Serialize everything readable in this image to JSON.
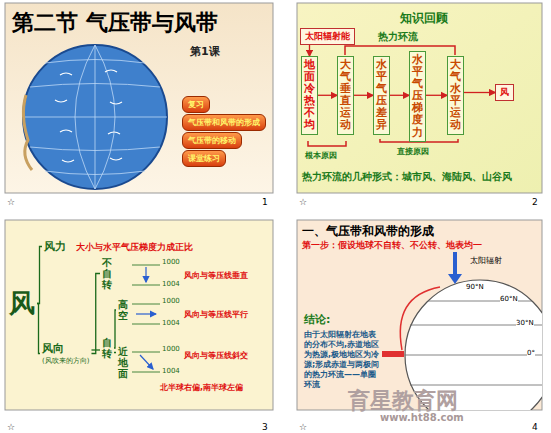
{
  "diagram": {
    "nodes": [
      {
        "text": [
          "复习"
        ]
      },
      {
        "text": [
          "气压带和风带的形成"
        ]
      },
      {
        "text": [
          "气压带的移动"
        ]
      },
      {
        "text": [
          "课堂练习"
        ]
      },
      {
        "text": [
          "太阳辐射能"
        ]
      },
      {
        "text": [
          "地面冷热不均"
        ]
      },
      {
        "text": [
          "大气垂直运动"
        ]
      },
      {
        "text": [
          "水平气压差异"
        ]
      },
      {
        "text": [
          "水平气压梯度力"
        ]
      },
      {
        "text": [
          "大气水平运动"
        ]
      },
      {
        "text": [
          "风"
        ]
      },
      {
        "text": [
          "风"
        ]
      },
      {
        "text": [
          "风力"
        ]
      },
      {
        "text": [
          "风向",
          "(风吹来的方向)"
        ]
      },
      {
        "text": [
          "不自转"
        ]
      },
      {
        "text": [
          "自转"
        ]
      },
      {
        "text": [
          "高空"
        ]
      },
      {
        "text": [
          "近地面"
        ]
      }
    ],
    "edges": [
      {
        "from": 4,
        "to": 5,
        "arrow": "to"
      },
      {
        "from": 5,
        "to": 6,
        "arrow": "to"
      },
      {
        "from": 6,
        "to": 7,
        "arrow": "to"
      },
      {
        "from": 7,
        "to": 8,
        "arrow": "to"
      },
      {
        "from": 8,
        "to": 9,
        "arrow": "to"
      },
      {
        "from": 9,
        "to": 10,
        "arrow": "to"
      },
      {
        "from": 11,
        "to": 12,
        "arrow": "none"
      },
      {
        "from": 11,
        "to": 13,
        "arrow": "none"
      },
      {
        "from": 13,
        "to": 14,
        "arrow": "none"
      },
      {
        "from": 13,
        "to": 15,
        "arrow": "none"
      },
      {
        "from": 15,
        "to": 16,
        "arrow": "none"
      },
      {
        "from": 15,
        "to": 17,
        "arrow": "none"
      }
    ],
    "labels": [
      "第二节 气压带与风带",
      "第1课",
      "☆",
      "1",
      "知识回顾",
      "热力环流",
      "根本原因",
      "直接原因",
      "热力环流的几种形式：城市风、海陆风、山谷风",
      "☆",
      "2",
      "大小与水平气压梯度力成正比",
      "1000",
      "1004",
      "1000",
      "1004",
      "1000",
      "1004",
      "风向与等压线垂直",
      "风向与等压线平行",
      "风向与等压线斜交",
      "北半球右偏,南半球左偏",
      "☆",
      "3",
      "一、气压带和风带的形成",
      "第一步：假设地球不自转、不公转、地表均一",
      "太阳辐射",
      "90°N",
      "60°N",
      "30°N",
      "0°",
      "结论:",
      "由于太阳辐射在地表的分布不均,赤道地区为热源,极地地区为冷源;形成赤道与两极间的热力环流——单圈环流",
      "育星教育网",
      "www.ht88.com",
      "☆",
      "4"
    ]
  }
}
